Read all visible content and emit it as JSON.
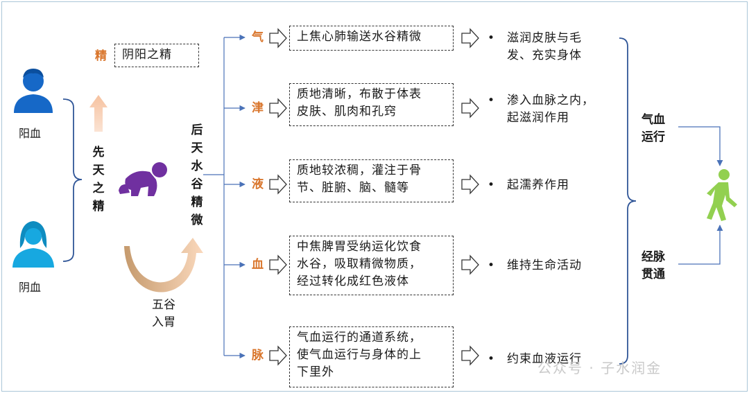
{
  "left": {
    "yang_label": "阳血",
    "yin_label": "阴血",
    "innate_label": [
      "先",
      "天",
      "之",
      "精"
    ],
    "jing_tag": "精",
    "yinyang_box": "阴阳之精",
    "acquired_label": [
      "后",
      "天",
      "水",
      "谷",
      "精",
      "微"
    ],
    "grain_label": [
      "五谷",
      "入胃"
    ]
  },
  "rows": [
    {
      "tag": "气",
      "box": [
        "上焦心肺输送水谷精微"
      ],
      "effect": [
        "滋润皮肤与毛",
        "发、充实身体"
      ]
    },
    {
      "tag": "津",
      "box": [
        "质地清晰，布散于体表",
        "皮肤、肌肉和孔窍"
      ],
      "effect": [
        "渗入血脉之内，",
        "起滋润作用"
      ]
    },
    {
      "tag": "液",
      "box": [
        "质地较浓稠，灌注于骨",
        "节、脏腑、脑、髓等"
      ],
      "effect": [
        "起濡养作用"
      ]
    },
    {
      "tag": "血",
      "box": [
        "中焦脾胃受纳运化饮食",
        "水谷，吸取精微物质，",
        "经过转化成红色液体"
      ],
      "effect": [
        "维持生命活动"
      ]
    },
    {
      "tag": "脉",
      "box": [
        "气血运行的通道系统，",
        "使气血运行与身体的上",
        "下里外"
      ],
      "effect": [
        "约束血液运行"
      ]
    }
  ],
  "right": {
    "qixue": [
      "气血",
      "运行"
    ],
    "jingmai": [
      "经脉",
      "贯通"
    ]
  },
  "watermark": "公众号 · 子水润金",
  "colors": {
    "orange": "#d9752b",
    "blue_line": "#4a72b8",
    "person_blue": "#1668c7",
    "person_cyan": "#17a8e0",
    "baby_purple": "#7030a0",
    "walker_green": "#92d050"
  }
}
